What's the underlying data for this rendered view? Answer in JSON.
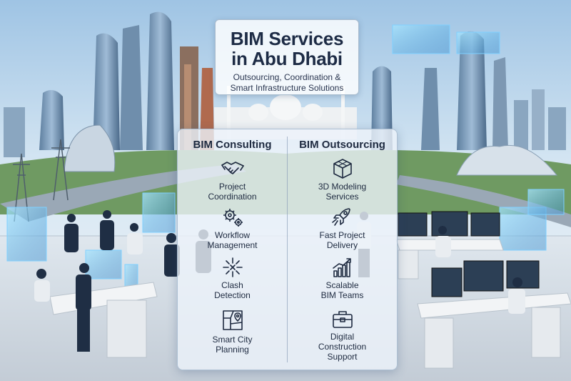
{
  "title_card": {
    "line1": "BIM Services",
    "line2": "in Abu Dhabi",
    "subtitle_line1": "Outsourcing, Coordination &",
    "subtitle_line2": "Smart Infrastructure Solutions"
  },
  "panel": {
    "left": {
      "heading": "BIM Consulting",
      "items": [
        {
          "icon": "handshake-icon",
          "line1": "Project",
          "line2": "Coordination"
        },
        {
          "icon": "gears-icon",
          "line1": "Workflow",
          "line2": "Management"
        },
        {
          "icon": "clash-icon",
          "line1": "Clash",
          "line2": "Detection"
        },
        {
          "icon": "city-map-icon",
          "line1": "Smart City",
          "line2": "Planning"
        }
      ]
    },
    "right": {
      "heading": "BIM Outsourcing",
      "items": [
        {
          "icon": "cube-icon",
          "line1": "3D Modeling",
          "line2": "Services"
        },
        {
          "icon": "rocket-icon",
          "line1": "Fast Project",
          "line2": "Delivery"
        },
        {
          "icon": "growth-chart-icon",
          "line1": "Scalable",
          "line2": "BIM Teams"
        },
        {
          "icon": "toolbox-icon",
          "line1": "Digital",
          "line2": "Construction",
          "line3": "Support"
        }
      ]
    }
  },
  "colors": {
    "sky": "#bcd6ec",
    "panel_text": "#1e2a40",
    "accent_glow": "#7fd0ff"
  }
}
